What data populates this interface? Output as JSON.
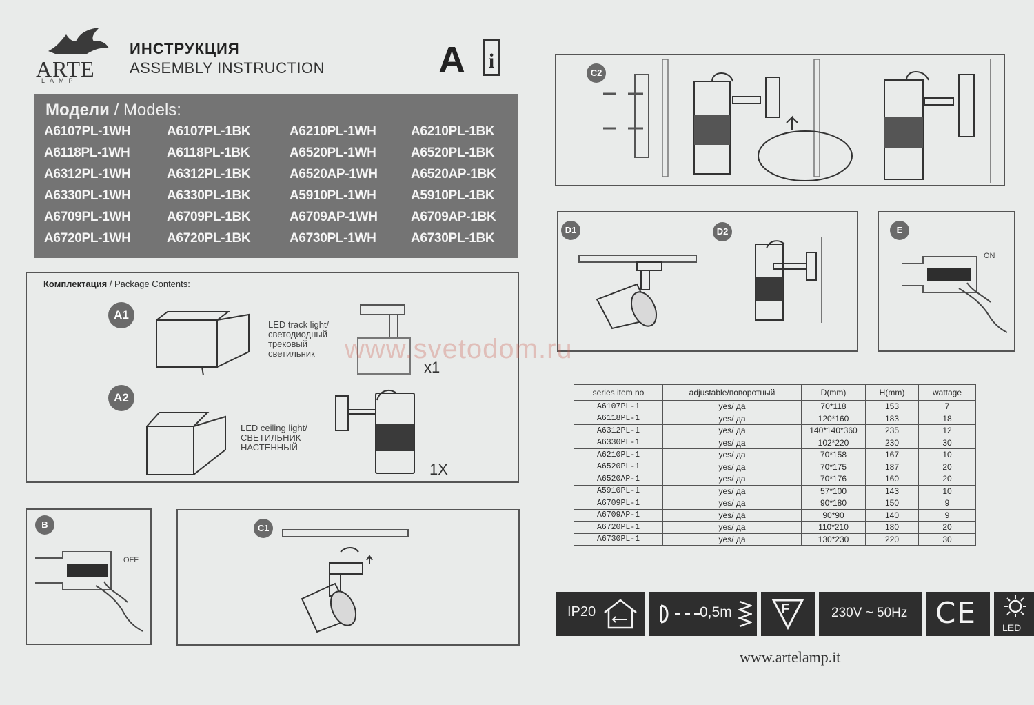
{
  "header": {
    "brand": "ARTE",
    "brand_sub": "LAMP",
    "title_ru": "ИНСТРУКЦИЯ",
    "title_en": "ASSEMBLY INSTRUCTION",
    "badge": "A",
    "info_glyph": "i"
  },
  "models": {
    "title_ru": "Модели",
    "title_en": "Models:",
    "list": [
      "A6107PL-1WH",
      "A6107PL-1BK",
      "A6210PL-1WH",
      "A6210PL-1BK",
      "A6118PL-1WH",
      "A6118PL-1BK",
      "A6520PL-1WH",
      "A6520PL-1BK",
      "A6312PL-1WH",
      "A6312PL-1BK",
      "A6520AP-1WH",
      "A6520AP-1BK",
      "A6330PL-1WH",
      "A6330PL-1BK",
      "A5910PL-1WH",
      "A5910PL-1BK",
      "A6709PL-1WH",
      "A6709PL-1BK",
      "A6709AP-1WH",
      "A6709AP-1BK",
      "A6720PL-1WH",
      "A6720PL-1BK",
      "A6730PL-1WH",
      "A6730PL-1BK"
    ]
  },
  "package": {
    "title_ru": "Комплектация",
    "title_en": "Package Contents:",
    "items": [
      {
        "step": "A1",
        "desc": [
          "LED track light/",
          "светодиодный",
          "трековый",
          "светильник"
        ],
        "qty": "x1"
      },
      {
        "step": "A2",
        "desc": [
          "LED ceiling light/",
          "СВЕТИЛЬНИК",
          "НАСТЕННЫЙ"
        ],
        "qty": "1X"
      }
    ]
  },
  "steps": {
    "b": "B",
    "b_off": "OFF",
    "c1": "C1",
    "c2": "C2",
    "d1": "D1",
    "d2": "D2",
    "e": "E",
    "e_on": "ON"
  },
  "table": {
    "headers": [
      "series item no",
      "adjustable/поворотный",
      "D(mm)",
      "H(mm)",
      "wattage"
    ],
    "rows": [
      [
        "A6107PL-1",
        "yes/ да",
        "70*118",
        "153",
        "7"
      ],
      [
        "A6118PL-1",
        "yes/ да",
        "120*160",
        "183",
        "18"
      ],
      [
        "A6312PL-1",
        "yes/ да",
        "140*140*360",
        "235",
        "12"
      ],
      [
        "A6330PL-1",
        "yes/ да",
        "102*220",
        "230",
        "30"
      ],
      [
        "A6210PL-1",
        "yes/ да",
        "70*158",
        "167",
        "10"
      ],
      [
        "A6520PL-1",
        "yes/ да",
        "70*175",
        "187",
        "20"
      ],
      [
        "A6520AP-1",
        "yes/ да",
        "70*176",
        "160",
        "20"
      ],
      [
        "A5910PL-1",
        "yes/ да",
        "57*100",
        "143",
        "10"
      ],
      [
        "A6709PL-1",
        "yes/ да",
        "90*180",
        "150",
        "9"
      ],
      [
        "A6709AP-1",
        "yes/ да",
        "90*90",
        "140",
        "9"
      ],
      [
        "A6720PL-1",
        "yes/ да",
        "110*210",
        "180",
        "20"
      ],
      [
        "A6730PL-1",
        "yes/ да",
        "130*230",
        "220",
        "30"
      ]
    ]
  },
  "certs": {
    "ip": "IP20",
    "distance": "0,5m",
    "f_mark": "F",
    "voltage": "230V ~ 50Hz",
    "ce": "CE",
    "led": "LED"
  },
  "footer": {
    "website": "www.artelamp.it"
  },
  "watermark": "www.svetodom.ru"
}
